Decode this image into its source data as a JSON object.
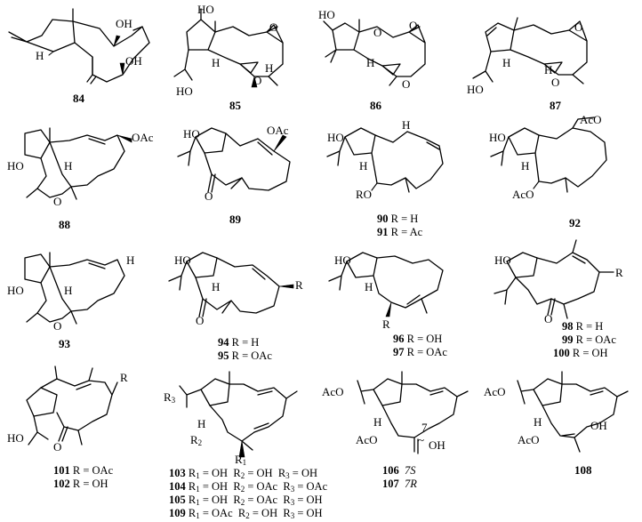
{
  "compounds": [
    {
      "id": "84"
    },
    {
      "id": "85"
    },
    {
      "id": "86"
    },
    {
      "id": "87"
    },
    {
      "id": "88"
    },
    {
      "id": "89"
    },
    {
      "id": "90",
      "substituent": "R = H"
    },
    {
      "id": "91",
      "substituent": "R = Ac"
    },
    {
      "id": "92"
    },
    {
      "id": "93"
    },
    {
      "id": "94",
      "substituent": "R = H"
    },
    {
      "id": "95",
      "substituent": "R = OAc"
    },
    {
      "id": "96",
      "substituent": "R = OH"
    },
    {
      "id": "97",
      "substituent": "R = OAc"
    },
    {
      "id": "98",
      "substituent": "R = H"
    },
    {
      "id": "99",
      "substituent": "R = OAc"
    },
    {
      "id": "100",
      "substituent": "R = OH"
    },
    {
      "id": "101",
      "substituent": "R = OAc"
    },
    {
      "id": "102",
      "substituent": "R = OH"
    },
    {
      "id": "103",
      "r1": "OH",
      "r2": "OH",
      "r3": "OH"
    },
    {
      "id": "104",
      "r1": "OH",
      "r2": "OAc",
      "r3": "OAc"
    },
    {
      "id": "105",
      "r1": "OH",
      "r2": "OAc",
      "r3": "OH"
    },
    {
      "id": "109",
      "r1": "OAc",
      "r2": "OH",
      "r3": "OH"
    },
    {
      "id": "106",
      "config": "7S"
    },
    {
      "id": "107",
      "config": "7R"
    },
    {
      "id": "108"
    }
  ],
  "atom_labels": {
    "oh": "OH",
    "ho": "HO",
    "h": "H",
    "o": "O",
    "oac": "OAc",
    "aco": "AcO",
    "r": "R",
    "ro": "RO",
    "r1": "R",
    "r2": "R",
    "r3": "R",
    "sub1": "1",
    "sub2": "2",
    "sub3": "3",
    "seven": "7",
    "tilde": "~"
  }
}
